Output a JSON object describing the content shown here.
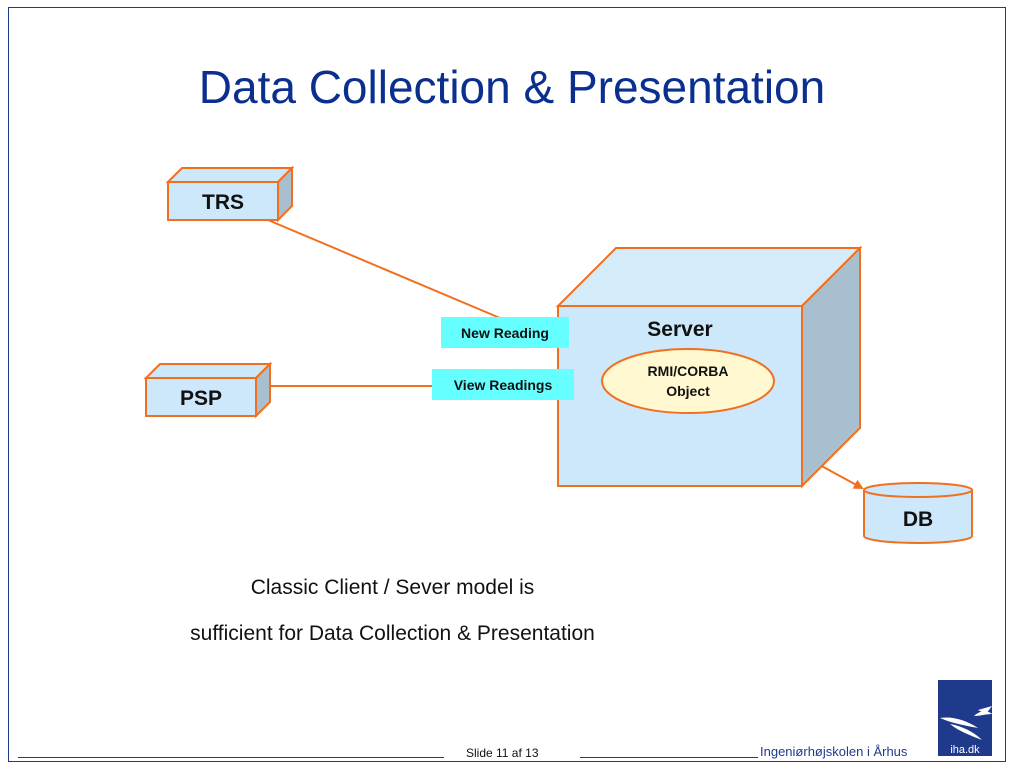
{
  "title": "Data Collection & Presentation",
  "nodes": {
    "trs": "TRS",
    "psp": "PSP",
    "server": "Server",
    "rmi_line1": "RMI/CORBA",
    "rmi_line2": "Object",
    "db": "DB"
  },
  "labels": {
    "new_reading": "New Reading",
    "view_readings": "View Readings"
  },
  "caption": {
    "line1": "Classic Client / Sever model is",
    "line2": "sufficient for Data Collection & Presentation"
  },
  "footer": {
    "slide": "Slide 11 af  13",
    "institution": "Ingeniørhøjskolen i Århus",
    "logo_text": "iha.dk"
  },
  "colors": {
    "title": "#0a2f8f",
    "box_fill": "#cce8fa",
    "box_side": "#a8bfd0",
    "stroke": "#f07020",
    "label_fill": "#66ffff",
    "ellipse_fill": "#fff8d0"
  }
}
